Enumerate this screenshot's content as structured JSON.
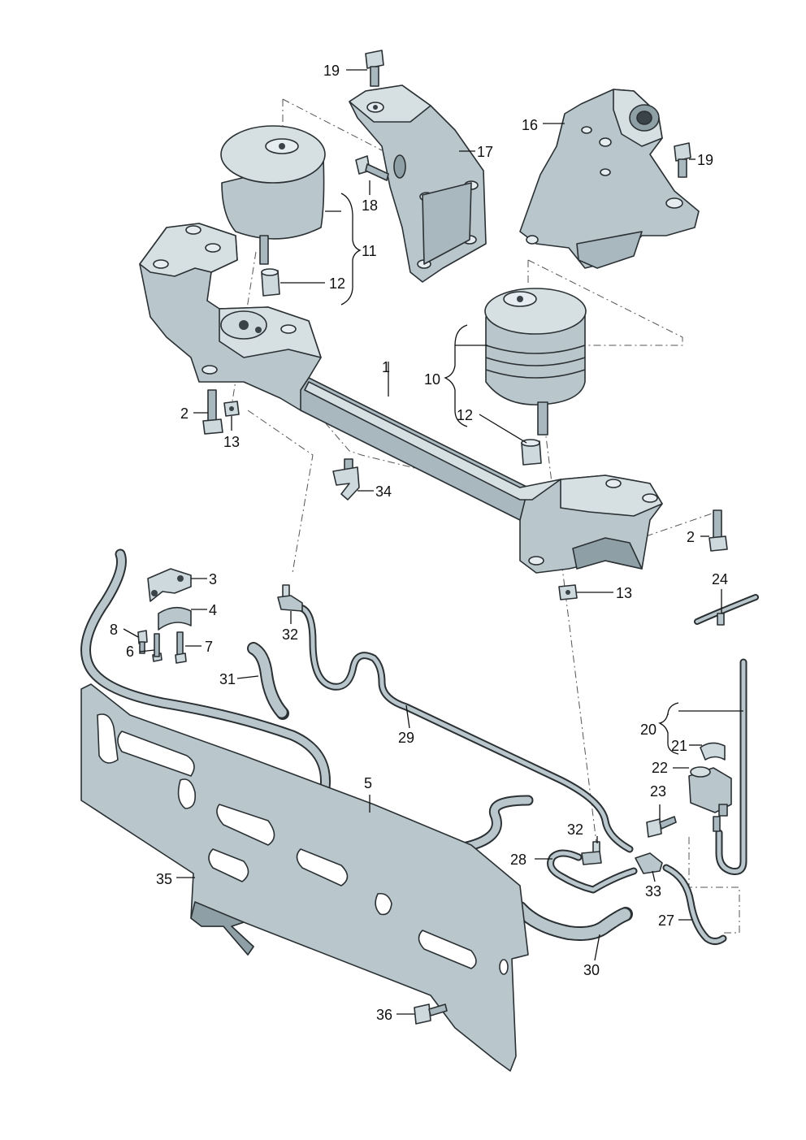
{
  "colors": {
    "part_fill": "#b9c7cc",
    "part_light": "#d6e0e3",
    "part_dark": "#8ea0a6",
    "outline": "#2a3033",
    "background": "#ffffff"
  },
  "labels": {
    "l1": "1",
    "l2a": "2",
    "l2b": "2",
    "l3": "3",
    "l4": "4",
    "l5": "5",
    "l6": "6",
    "l7": "7",
    "l8": "8",
    "l10": "10",
    "l11": "11",
    "l12a": "12",
    "l12b": "12",
    "l13a": "13",
    "l13b": "13",
    "l16": "16",
    "l17": "17",
    "l18": "18",
    "l19a": "19",
    "l19b": "19",
    "l20": "20",
    "l21": "21",
    "l22": "22",
    "l23": "23",
    "l24": "24",
    "l27": "27",
    "l28": "28",
    "l29": "29",
    "l30": "30",
    "l31": "31",
    "l32a": "32",
    "l32b": "32",
    "l33": "33",
    "l34": "34",
    "l35": "35",
    "l36": "36"
  }
}
